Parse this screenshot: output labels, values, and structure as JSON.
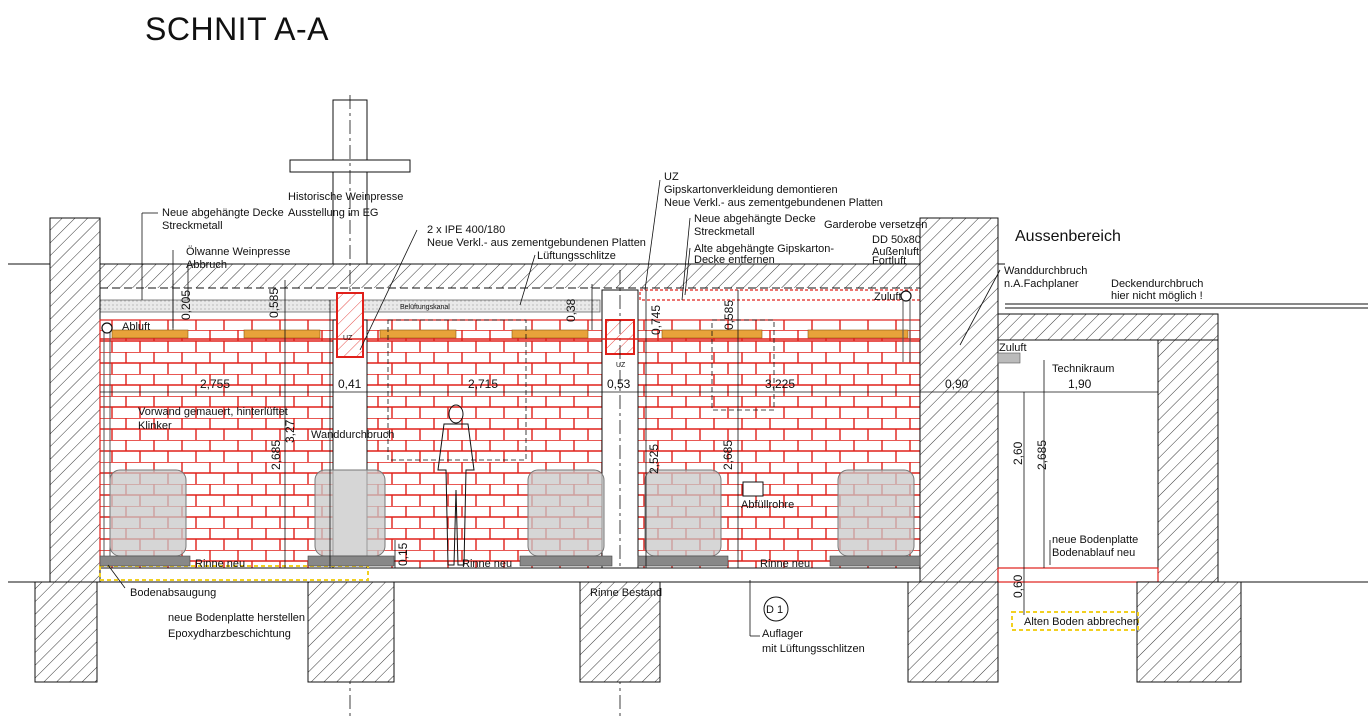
{
  "title": "SCHNIT A-A",
  "area_labels": {
    "aussen": "Aussenbereich",
    "technik": "Technikraum"
  },
  "annotations": {
    "weinpresse_1": "Historische Weinpresse",
    "weinpresse_2": "Ausstellung im EG",
    "decke_1": "Neue abgehängte Decke",
    "decke_2": "Streckmetall",
    "oelwanne": "Ölwanne Weinpresse",
    "abbruch": "Abbruch",
    "ipe": "2 x IPE 400/180",
    "verkl": "Neue Verkl.- aus zementgebundenen Platten",
    "lueftung": "Lüftungsschlitze",
    "uz_top": "UZ",
    "gips_1": "Gipskartonverkleidung demontieren",
    "gips_2": "Neue Verkl.- aus zementgebundenen Platten",
    "decke_r1": "Neue abgehängte Decke",
    "decke_r2": "Streckmetall",
    "alte_1": "Alte abgehängte Gipskarton-",
    "alte_2": "Decke entfernen",
    "garderobe": "Garderobe versetzen",
    "dd_1": "DD 50x80",
    "dd_2": "Außenluft",
    "dd_3": "Fortluft",
    "wand_1": "Wanddurchbruch",
    "wand_2": "n.A.Fachplaner",
    "decken_1": "Deckendurchbruch",
    "decken_2": "hier nicht möglich !",
    "abluft": "Abluft",
    "zuluft_top": "Zuluft",
    "zuluft": "Zuluft",
    "vorwand_1": "Vorwand gemauert, hinterlüftet",
    "vorwand_2": "Klinker",
    "wanddurchbruch": "Wanddurchbruch",
    "uz_left": "UZ",
    "uz_mid": "UZ",
    "abfuell": "Abfüllrohre",
    "rinne_1": "Rinne neu",
    "rinne_2": "Rinne neu",
    "rinne_3": "Rinne neu",
    "rinne_bestand": "Rinne Bestand",
    "bodenabsaugung": "Bodenabsaugung",
    "bodenplatte_1": "neue Bodenplatte herstellen",
    "bodenplatte_2": "Epoxydharzbeschichtung",
    "d1": "D 1",
    "auflager_1": "Auflager",
    "auflager_2": "mit Lüftungsschlitzen",
    "neue_bp_1": "neue Bodenplatte",
    "neue_bp_2": "Bodenablauf neu",
    "alten_boden": "Alten Boden abbrechen",
    "beluftungskanal": "Belüftungskanal"
  },
  "dimensions": {
    "d_2755": "2,755",
    "d_041": "0,41",
    "d_2715": "2,715",
    "d_053": "0,53",
    "d_3225": "3,225",
    "d_090": "0,90",
    "d_190": "1,90",
    "v_0205": "0,205",
    "v_0585a": "0,585",
    "v_038": "0,38",
    "v_0745": "0,745",
    "v_0585b": "0,585",
    "v_327": "3,27",
    "v_2685a": "2,685",
    "v_2525": "2,525",
    "v_2685b": "2,685",
    "v_015": "0,15",
    "v_260": "2,60",
    "v_2685c": "2,685",
    "v_060": "0,60"
  },
  "colors": {
    "brick": "#e0201a",
    "line": "#111111",
    "highlight": "#f2d020",
    "beam": "#e8a23a",
    "tank": "#c8c8c8"
  }
}
